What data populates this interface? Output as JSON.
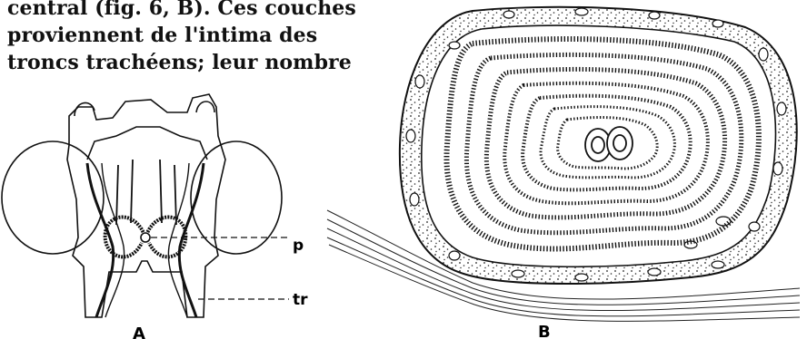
{
  "text": {
    "lines": [
      "central (fig. 6, B). Ces couches",
      "proviennent  de  l'intima   des",
      "troncs trachéens; leur nombre"
    ]
  },
  "figure_a": {
    "caption": "A",
    "label_p": "p",
    "label_tr": "tr"
  },
  "figure_b": {
    "caption": "B"
  }
}
